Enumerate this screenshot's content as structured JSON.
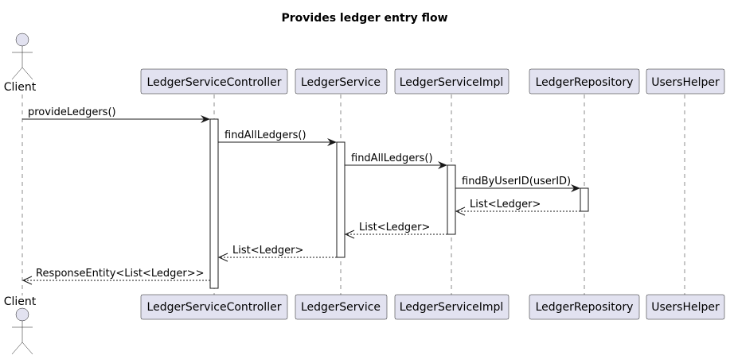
{
  "title": "Provides ledger entry flow",
  "actor": {
    "name": "Client"
  },
  "participants": [
    {
      "id": "controller",
      "name": "LedgerServiceController"
    },
    {
      "id": "service",
      "name": "LedgerService"
    },
    {
      "id": "impl",
      "name": "LedgerServiceImpl"
    },
    {
      "id": "repository",
      "name": "LedgerRepository"
    },
    {
      "id": "helper",
      "name": "UsersHelper"
    }
  ],
  "messages": [
    {
      "from": "client",
      "to": "controller",
      "label": "provideLedgers()",
      "type": "call"
    },
    {
      "from": "controller",
      "to": "service",
      "label": "findAllLedgers()",
      "type": "call"
    },
    {
      "from": "service",
      "to": "impl",
      "label": "findAllLedgers()",
      "type": "call"
    },
    {
      "from": "impl",
      "to": "repository",
      "label": "findByUserID(userID)",
      "type": "call"
    },
    {
      "from": "repository",
      "to": "impl",
      "label": "List<Ledger>",
      "type": "return"
    },
    {
      "from": "impl",
      "to": "service",
      "label": "List<Ledger>",
      "type": "return"
    },
    {
      "from": "service",
      "to": "controller",
      "label": "List<Ledger>",
      "type": "return"
    },
    {
      "from": "controller",
      "to": "client",
      "label": "ResponseEntity<List<Ledger>>",
      "type": "return"
    }
  ]
}
